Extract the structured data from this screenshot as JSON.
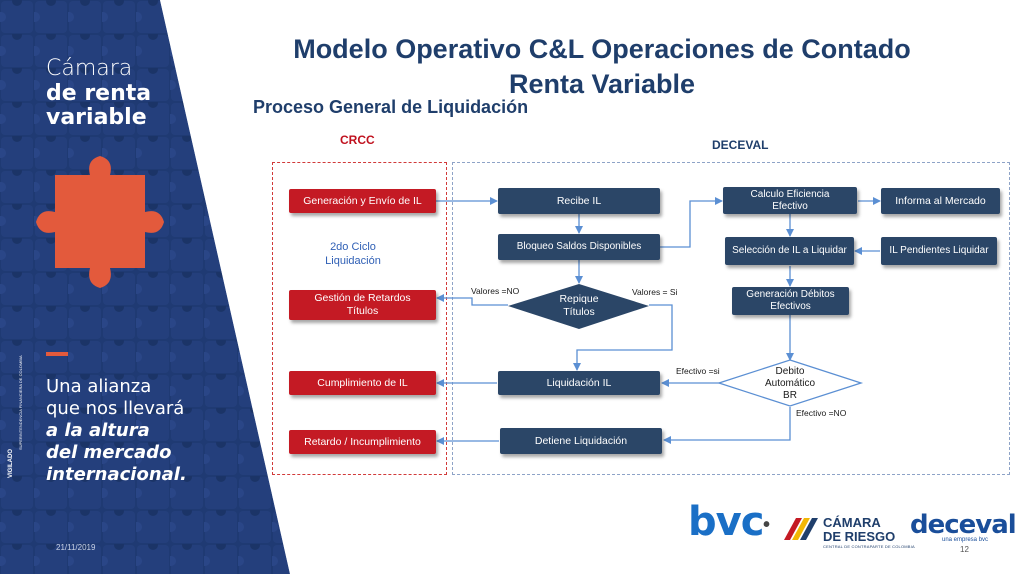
{
  "header": {
    "title_line1": "Modelo Operativo C&L Operaciones de Contado",
    "title_line2": "Renta Variable",
    "subtitle": "Proceso General de Liquidación"
  },
  "lanes": {
    "crcc": "CRCC",
    "deceval": "DECEVAL"
  },
  "left_panel": {
    "brand_line1": "Cámara",
    "brand_line2": "de renta",
    "brand_line3": "variable",
    "tagline1": "Una alianza",
    "tagline2": "que nos llevará",
    "tagline3": "a la altura",
    "tagline4": "del mercado",
    "tagline5": "internacional.",
    "vigilado": "VIGILADO",
    "vigilado_entity": "SUPERINTENDENCIA FINANCIERA DE COLOMBIA",
    "colors": {
      "navy": "#1f3a73",
      "accent": "#e35a3c"
    }
  },
  "crcc_steps": {
    "generacion": "Generación y Envío de IL",
    "ciclo": "2do Ciclo\nLiquidación",
    "gestion": "Gestión de Retardos\nTítulos",
    "cumplimiento": "Cumplimiento de IL",
    "retardo": "Retardo / Incumplimiento"
  },
  "deceval_steps": {
    "recibe": "Recibe IL",
    "bloqueo": "Bloqueo Saldos Disponibles",
    "repique": "Repique\nTítulos",
    "liquidacion": "Liquidación IL",
    "detiene": "Detiene Liquidación",
    "calculo": "Calculo Eficiencia\nEfectivo",
    "informa": "Informa al Mercado",
    "seleccion": "Selección de IL a Liquidar",
    "pendientes": "IL Pendientes Liquidar",
    "generacion_debitos": "Generación Débitos\nEfectivos",
    "debito": "Debito\nAutomático\nBR"
  },
  "edge_labels": {
    "valores_no": "Valores =NO",
    "valores_si": "Valores = Si",
    "efectivo_si": "Efectivo =si",
    "efectivo_no": "Efectivo =NO"
  },
  "footer": {
    "date": "21/11/2019",
    "page": "12",
    "logo_bvc": "bvc",
    "logo_camara_1": "CÁMARA",
    "logo_camara_2": "DE RIESGO",
    "logo_camara_3": "CENTRAL DE CONTRAPARTE DE COLOMBIA",
    "logo_deceval": "deceval",
    "logo_deceval_sub": "una empresa bvc"
  },
  "colors": {
    "title": "#1f3e6b",
    "crcc_box": "#c41a24",
    "deceval_box": "#2b4667",
    "connector": "#5b8fd3",
    "diamond": "#2b4667"
  }
}
